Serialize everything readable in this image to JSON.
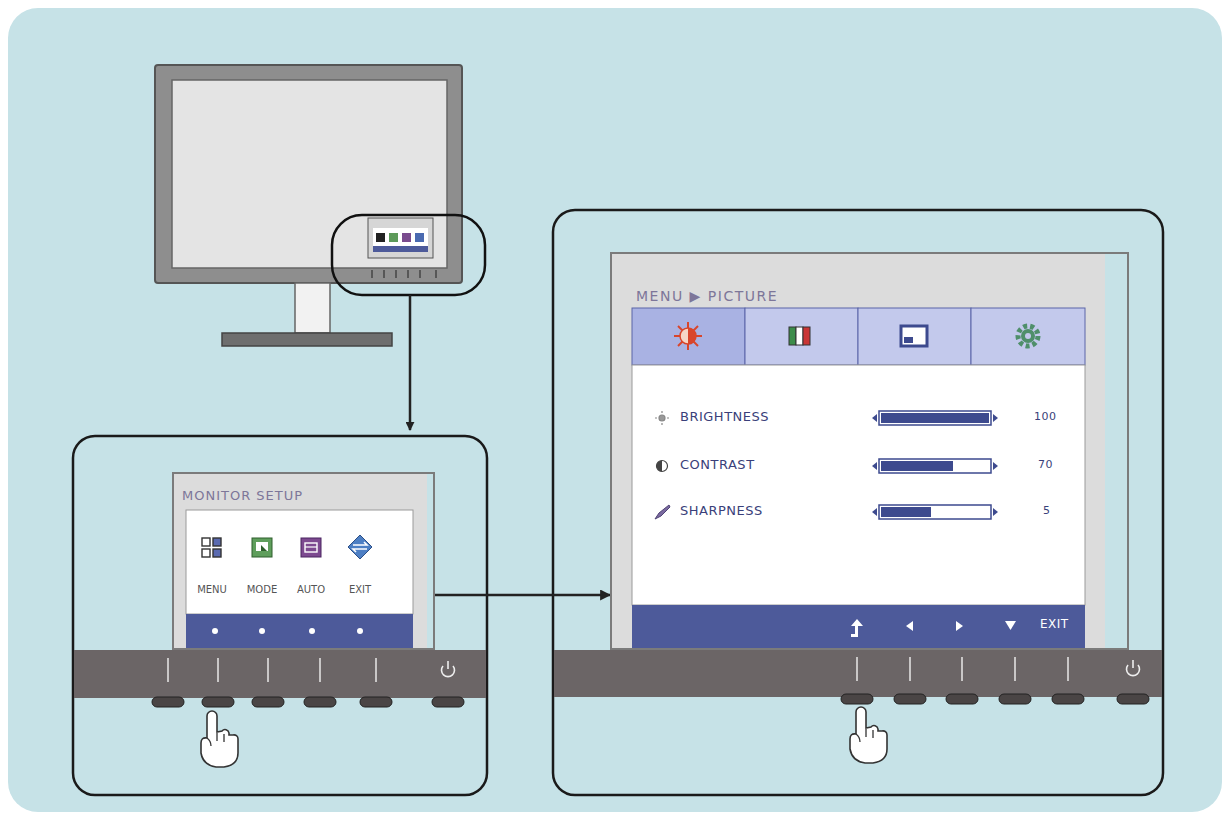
{
  "diagram": {
    "nodes": [
      {
        "text": [
          "MONITOR SETUP"
        ]
      },
      {
        "text": [
          "MENU ▶ PICTURE"
        ]
      }
    ],
    "edges": [
      {
        "from": 0,
        "to": 1,
        "arrow": "to"
      }
    ],
    "labels": [
      "MENU",
      "MODE",
      "AUTO",
      "EXIT",
      "BRIGHTNESS",
      "100",
      "CONTRAST",
      "70",
      "SHARPNESS",
      "5",
      "EXIT"
    ]
  }
}
